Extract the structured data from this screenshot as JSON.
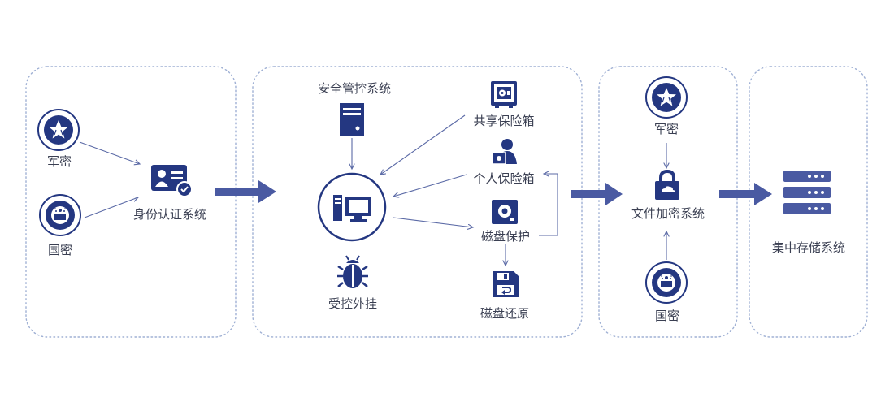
{
  "colors": {
    "primary": "#243781",
    "flow_arrow": "#4a5aa2",
    "connector": "#5b6aa6",
    "panel_border": "#9fb0d4",
    "label_text": "#3a3f52"
  },
  "panels": [
    {
      "id": "identity",
      "items": [
        {
          "icon": "star-badge-icon",
          "label": "军密"
        },
        {
          "icon": "national-emblem-icon",
          "label": "国密"
        },
        {
          "icon": "id-card-check-icon",
          "label": "身份认证系统"
        }
      ]
    },
    {
      "id": "control",
      "items": [
        {
          "icon": "server-tower-icon",
          "label": "安全管控系统"
        },
        {
          "icon": "computer-icon",
          "label": ""
        },
        {
          "icon": "bug-icon",
          "label": "受控外挂"
        },
        {
          "icon": "safe-box-icon",
          "label": "共享保险箱"
        },
        {
          "icon": "user-safe-icon",
          "label": "个人保险箱"
        },
        {
          "icon": "disk-protect-icon",
          "label": "磁盘保护"
        },
        {
          "icon": "disk-restore-icon",
          "label": "磁盘还原"
        }
      ]
    },
    {
      "id": "encryption",
      "items": [
        {
          "icon": "star-badge-icon",
          "label": "军密"
        },
        {
          "icon": "cloud-lock-icon",
          "label": "文件加密系统"
        },
        {
          "icon": "national-emblem-icon",
          "label": "国密"
        }
      ]
    },
    {
      "id": "storage",
      "items": [
        {
          "icon": "storage-server-icon",
          "label": "集中存储系统"
        }
      ]
    }
  ]
}
